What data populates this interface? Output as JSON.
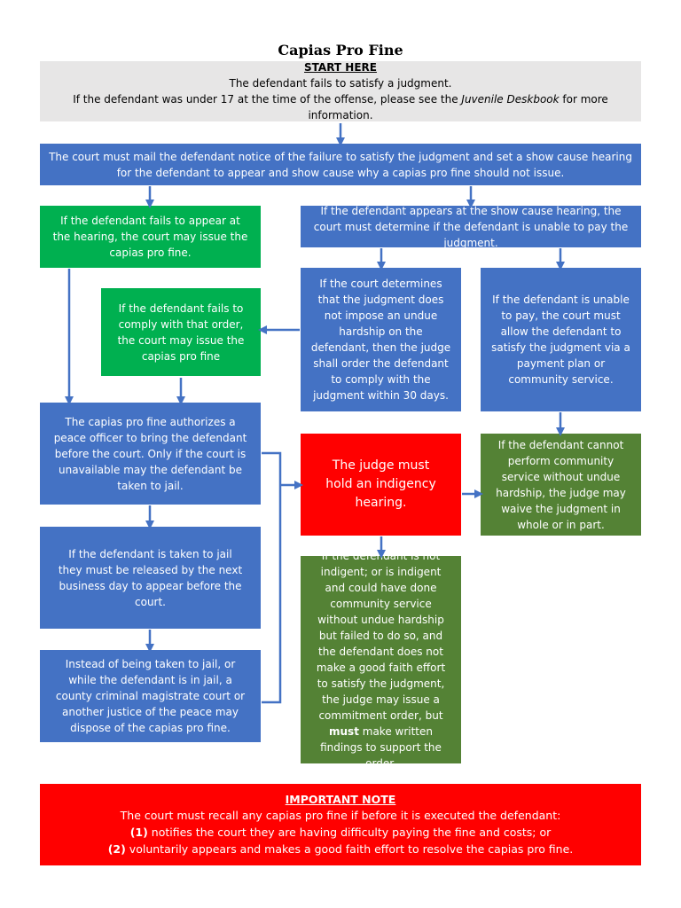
{
  "title": "Capias Pro Fine",
  "start": {
    "heading": "START HERE",
    "line1": "The defendant fails to satisfy a judgment.",
    "line2_pre": "If the defendant was under 17 at the time of the offense, please see the ",
    "line2_em": "Juvenile Deskbook",
    "line2_post": " for more information."
  },
  "boxes": {
    "mail_notice": "The court must mail the defendant notice of the failure to satisfy the judgment and set a show cause hearing for the defendant to appear and show cause why a capias pro fine should not issue.",
    "fails_to_appear": "If the defendant fails to appear at the hearing, the court may issue the capias pro fine.",
    "appears": "If the defendant appears at the show cause hearing, the court must determine if the defendant is unable to pay the judgment.",
    "no_hardship": "If the court determines that the judgment does not impose an undue hardship on the defendant, then the judge shall order the defendant to comply with the judgment within 30 days.",
    "unable_to_pay": "If the defendant is unable to pay, the court must allow the defendant to satisfy the judgment via a payment plan or community service.",
    "fails_to_comply": "If the defendant fails to comply with that order, the court may issue the capias pro fine",
    "authorizes": "The capias pro fine authorizes a peace officer to bring the defendant before the court.  Only if the court is unavailable may the defendant be taken to jail.",
    "indigency": "The judge must hold an indigency hearing.",
    "cannot_perform": "If the defendant cannot perform community service without undue hardship, the judge may waive the judgment in whole or in part.",
    "jail_release": "If the defendant is taken to jail they must be released by the next business day to appear before the court.",
    "not_indigent_pre": "If the defendant is not indigent; or is indigent and could have done community service without undue hardship but failed to do so, and the defendant does not make a good faith effort to satisfy the judgment, the judge may issue a commitment order, but ",
    "not_indigent_bold": "must",
    "not_indigent_post": " make written findings to support the order.",
    "instead_of_jail": "Instead of being taken to jail, or while the defendant is in jail, a county criminal magistrate court or another justice of the peace may dispose of the capias pro fine."
  },
  "note": {
    "heading": "IMPORTANT NOTE",
    "intro": "The court must recall any capias pro fine if before it is executed the defendant:",
    "item1_num": "(1)",
    "item1_text": " notifies the court they are having difficulty paying the fine and costs; or",
    "item2_num": "(2)",
    "item2_text": " voluntarily appears and makes a good faith effort to resolve the capias pro fine."
  },
  "colors": {
    "blue": "#4472c4",
    "green": "#00b050",
    "olive": "#548235",
    "red": "#ff0000",
    "grey": "#e7e6e6"
  }
}
